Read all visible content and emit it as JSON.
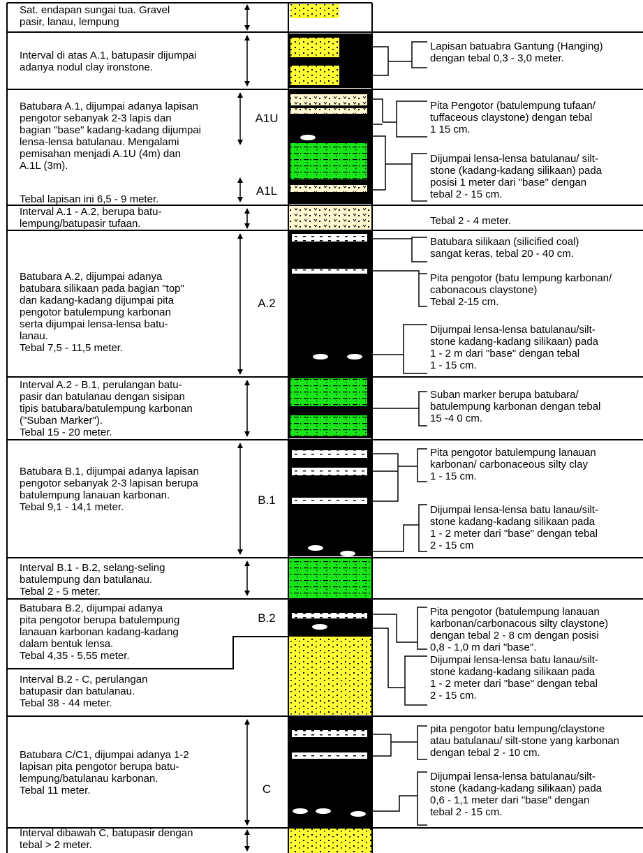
{
  "rows": [
    {
      "text": "Sat. endapan sungai tua. Gravel\npasir, lanau, lempung"
    },
    {
      "text": "Interval di atas A.1, batupasir dijumpai\nadanya nodul clay ironstone."
    },
    {
      "text": "Batubara A.1, dijumpai adanya lapisan\npengotor sebanyak 2-3 lapis dan\nbagian \"base\" kadang-kadang dijumpai\nlensa-lensa batulanau. Mengalami\npemisahan menjadi A.1U (4m) dan\nA.1L (3m).",
      "extra": "Tebal lapisan ini 6,5 - 9 meter."
    },
    {
      "text": "Interval  A.1 - A.2, berupa batu-\nlempung/batupasir tufaan."
    },
    {
      "text": "Batubara A.2, dijumpai adanya\nbatubara silikaan pada bagian \"top\"\ndan kadang-kadang dijumpai pita\npengotor batulempung karbonan\nserta dijumpai lensa-lensa batu-\nlanau.\nTebal 7,5 - 11,5 meter."
    },
    {
      "text": "Interval A.2 - B.1, perulangan batu-\npasir dan batulanau dengan sisipan\ntipis batubara/batulempung karbonan\n(\"Suban Marker\").\nTebal 15 - 20 meter."
    },
    {
      "text": "Batubara B.1, dijumpai adanya lapisan\npengotor sebanyak 2-3 lapisan berupa\nbatulempung lanauan karbonan.\nTebal 9,1 - 14,1 meter."
    },
    {
      "text": "Interval B.1 - B.2, selang-seling\nbatulempung dan batulanau.\nTebal 2 - 5 meter."
    },
    {
      "text": "Batubara B.2, dijumpai adanya\npita pengotor berupa batulempung\nlanauan karbonan kadang-kadang\ndalam bentuk lensa.\nTebal 4,35 - 5,55 meter."
    },
    {
      "text": "Interval B.2 - C, perulangan\nbatupasir dan batulanau.\nTebal 38 - 44 meter."
    },
    {
      "text": "Batubara C/C1, dijumpai adanya 1-2\nlapisan pita pengotor berupa batu-\nlempung/batulanau karbonan.\nTebal 11 meter."
    },
    {
      "text": "Interval dibawah C, batupasir dengan\ntebal > 2 meter."
    }
  ],
  "labels": [
    "A1U",
    "A1L",
    "A.2",
    "B.1",
    "B.2",
    "C"
  ],
  "notes": [
    "Lapisan batuabra Gantung (Hanging)\ndengan tebal 0,3 - 3,0 meter.",
    "Pita Pengotor (batulempung tufaan/\ntuffaceous claystone) dengan tebal\n1 15 cm.",
    "Dijumpai lensa-lensa batulanau/ silt-\nstone (kadang-kadang silikaan) pada\nposisi 1 meter dari \"base\" dengan\ntebal 2 - 15 cm.",
    "Tebal 2 - 4 meter.",
    "Batubara silikaan (silicified coal)\nsangat keras, tebal 20 - 40 cm.",
    "Pita pengotor (batu lempung karbonan/\ncabonacous claystone)\nTebal 2-15 cm.",
    "Dijumpai lensa-lensa batulanau/silt-\nstone kadang-kadang silikaan) pada\n1 - 2 m dari \"base\" dengan tebal\n1 - 15 cm.",
    "Suban marker berupa batubara/\nbatulempung karbonan dengan tebal\n15 -4 0 cm.",
    "Pita pengotor batulempung lanauan\nkarbonan/ carbonaceous silty clay\n1 - 15 cm.",
    "Dijumpai lensa-lensa batu lanau/silt-\nstone kadang-kadang silikaan pada\n1 - 2 meter dari \"base\" dengan tebal\n2 - 15 cm",
    "Pita pengotor (batulempung lanauan\nkarbonan/carbonacous silty claystone)\ndengan tebal 2 - 8 cm dengan posisi\n0,8 - 1,0 m dari \"base\".",
    "Dijumpai lensa-lensa batu lanau/silt-\nstone kadang-kadang silikaan pada\n1 - 2 meter dari \"base\" dengan tebal\n2 - 15 cm.",
    "pita pengotor batu lempung/claystone\natau batulanau/ silt-stone yang karbonan\ndengan tebal 2 - 10 cm.",
    "Dijumpai lensa-lensa batulanau/silt-\nstone (kadang-kadang silikaan) pada\n0,6 - 1,1 meter dari \"base\" dengan\ntebal 2 - 15 cm."
  ],
  "colors": {
    "coal": "#000000",
    "sand": "#ffff33",
    "green": "#19e619",
    "tuff": "#fff8d0",
    "white": "#ffffff"
  }
}
